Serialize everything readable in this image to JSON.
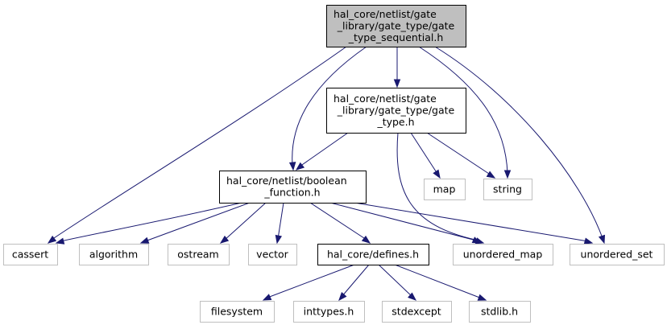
{
  "diagram": {
    "nodes": [
      {
        "id": "root",
        "kind": "root",
        "lines": [
          "hal_core/netlist/gate",
          "_library/gate_type/gate",
          "_type_sequential.h"
        ]
      },
      {
        "id": "gate_type",
        "kind": "local",
        "lines": [
          "hal_core/netlist/gate",
          "_library/gate_type/gate",
          "_type.h"
        ]
      },
      {
        "id": "boolean_function",
        "kind": "local",
        "lines": [
          "hal_core/netlist/boolean",
          "_function.h"
        ]
      },
      {
        "id": "map",
        "kind": "system",
        "lines": [
          "map"
        ]
      },
      {
        "id": "string",
        "kind": "system",
        "lines": [
          "string"
        ]
      },
      {
        "id": "cassert",
        "kind": "system",
        "lines": [
          "cassert"
        ]
      },
      {
        "id": "algorithm",
        "kind": "system",
        "lines": [
          "algorithm"
        ]
      },
      {
        "id": "ostream",
        "kind": "system",
        "lines": [
          "ostream"
        ]
      },
      {
        "id": "vector",
        "kind": "system",
        "lines": [
          "vector"
        ]
      },
      {
        "id": "defines",
        "kind": "local",
        "lines": [
          "hal_core/defines.h"
        ]
      },
      {
        "id": "unordered_map",
        "kind": "system",
        "lines": [
          "unordered_map"
        ]
      },
      {
        "id": "unordered_set",
        "kind": "system",
        "lines": [
          "unordered_set"
        ]
      },
      {
        "id": "filesystem",
        "kind": "system",
        "lines": [
          "filesystem"
        ]
      },
      {
        "id": "inttypes",
        "kind": "system",
        "lines": [
          "inttypes.h"
        ]
      },
      {
        "id": "stdexcept",
        "kind": "system",
        "lines": [
          "stdexcept"
        ]
      },
      {
        "id": "stdlib",
        "kind": "system",
        "lines": [
          "stdlib.h"
        ]
      }
    ],
    "edges": [
      {
        "from": "root",
        "to": "gate_type"
      },
      {
        "from": "root",
        "to": "boolean_function"
      },
      {
        "from": "root",
        "to": "string"
      },
      {
        "from": "root",
        "to": "cassert"
      },
      {
        "from": "root",
        "to": "unordered_set"
      },
      {
        "from": "gate_type",
        "to": "boolean_function"
      },
      {
        "from": "gate_type",
        "to": "map"
      },
      {
        "from": "gate_type",
        "to": "string"
      },
      {
        "from": "gate_type",
        "to": "unordered_map"
      },
      {
        "from": "boolean_function",
        "to": "cassert"
      },
      {
        "from": "boolean_function",
        "to": "algorithm"
      },
      {
        "from": "boolean_function",
        "to": "ostream"
      },
      {
        "from": "boolean_function",
        "to": "vector"
      },
      {
        "from": "boolean_function",
        "to": "defines"
      },
      {
        "from": "boolean_function",
        "to": "unordered_map"
      },
      {
        "from": "boolean_function",
        "to": "unordered_set"
      },
      {
        "from": "defines",
        "to": "filesystem"
      },
      {
        "from": "defines",
        "to": "inttypes"
      },
      {
        "from": "defines",
        "to": "stdexcept"
      },
      {
        "from": "defines",
        "to": "stdlib"
      }
    ]
  },
  "colors": {
    "edge": "#191970",
    "root_fill": "#bfbfbf",
    "local_border": "#000000",
    "system_border": "#bfbfbf"
  }
}
